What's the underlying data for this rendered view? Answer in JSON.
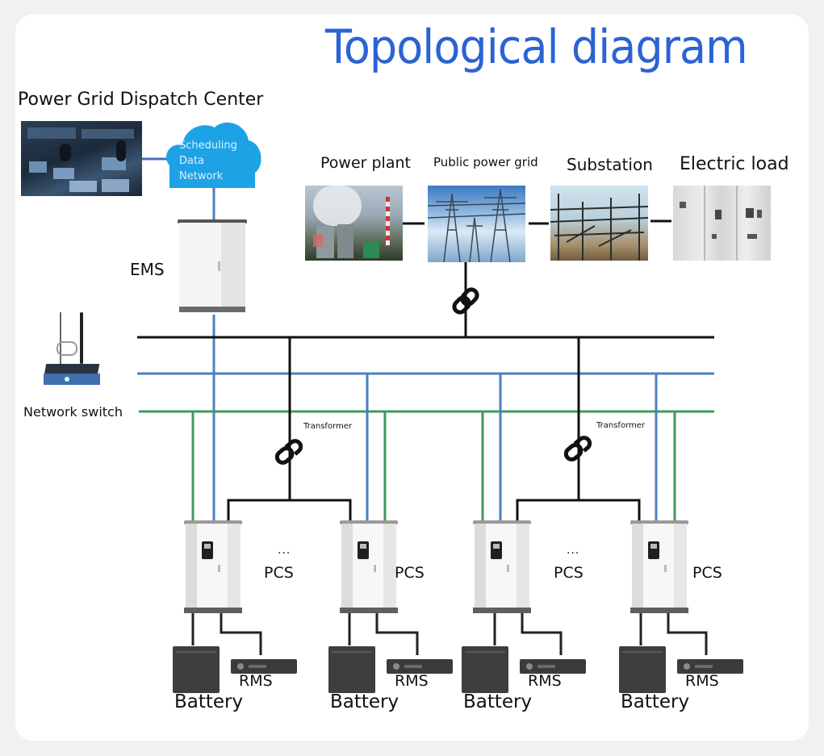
{
  "title": "Topological diagram",
  "colors": {
    "title": "#2a63d4",
    "power_bus": "#111111",
    "comm_bus": "#4a7fc4",
    "ctrl_bus": "#3f9a5c",
    "cloud": "#1ea2e6"
  },
  "dispatch": {
    "label": "Power Grid Dispatch Center",
    "cloud_lines": [
      "Scheduling",
      "Data",
      "Network"
    ]
  },
  "grid_chain": [
    {
      "label": "Power plant",
      "icon": "power-plant-photo"
    },
    {
      "label": "Public power grid",
      "icon": "transmission-tower-photo"
    },
    {
      "label": "Substation",
      "icon": "substation-photo"
    },
    {
      "label": "Electric load",
      "icon": "switchgear-cabinet-photo"
    }
  ],
  "ems": {
    "label": "EMS"
  },
  "network_switch": {
    "label": "Network switch"
  },
  "transformers": [
    {
      "label": "Transformer"
    },
    {
      "label": "Transformer"
    }
  ],
  "units": [
    {
      "pcs_label": "PCS",
      "battery_label": "Battery",
      "rms_label": "RMS",
      "ellipsis": "..."
    },
    {
      "pcs_label": "PCS",
      "battery_label": "Battery",
      "rms_label": "RMS",
      "ellipsis": ""
    },
    {
      "pcs_label": "PCS",
      "battery_label": "Battery",
      "rms_label": "RMS",
      "ellipsis": "..."
    },
    {
      "pcs_label": "PCS",
      "battery_label": "Battery",
      "rms_label": "RMS",
      "ellipsis": ""
    }
  ]
}
